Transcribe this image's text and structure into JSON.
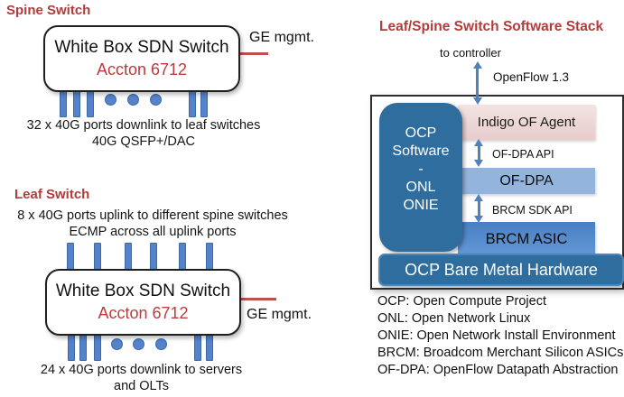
{
  "spine": {
    "heading": "Spine Switch",
    "box_title": "White Box SDN Switch",
    "box_model": "Accton 6712",
    "mgmt_label": "GE mgmt.",
    "caption_line1": "32 x 40G ports downlink to leaf switches",
    "caption_line2": "40G QSFP+/DAC"
  },
  "leaf": {
    "heading": "Leaf Switch",
    "uplink_line1": "8 x 40G ports uplink to different spine switches",
    "uplink_line2": "ECMP across all uplink ports",
    "box_title": "White Box SDN Switch",
    "box_model": "Accton 6712",
    "mgmt_label": "GE mgmt.",
    "caption_line1": "24 x 40G ports downlink to servers",
    "caption_line2": "and OLTs"
  },
  "stack": {
    "heading": "Leaf/Spine Switch Software Stack",
    "to_controller": "to controller",
    "openflow_label": "OpenFlow 1.3",
    "ocp_software_lines": [
      "OCP",
      "Software",
      "-",
      "ONL",
      "ONIE"
    ],
    "indigo_label": "Indigo OF Agent",
    "ofdpa_api_label": "OF-DPA  API",
    "ofdpa_label": "OF-DPA",
    "brcm_api_label": "BRCM SDK API",
    "brcm_asic_label": "BRCM ASIC",
    "hardware_label": "OCP Bare Metal Hardware"
  },
  "legend": [
    "OCP: Open Compute Project",
    "ONL: Open Network Linux",
    "ONIE: Open Network Install Environment",
    "BRCM: Broadcom Merchant Silicon ASICs",
    "OF-DPA: OpenFlow Datapath Abstraction"
  ],
  "colors": {
    "heading_red": "#B23B3B",
    "model_red": "#BE3A3C",
    "mgmt_line_red": "#C0504D",
    "port_blue": "#5483CB",
    "arrow_blue": "#4F81BD",
    "dark_blue": "#2E6D9D",
    "ofdpa_blue": "#93B5DD",
    "asic_blue": "#4A80C2",
    "indigo_pink": "#EFD9D8"
  }
}
